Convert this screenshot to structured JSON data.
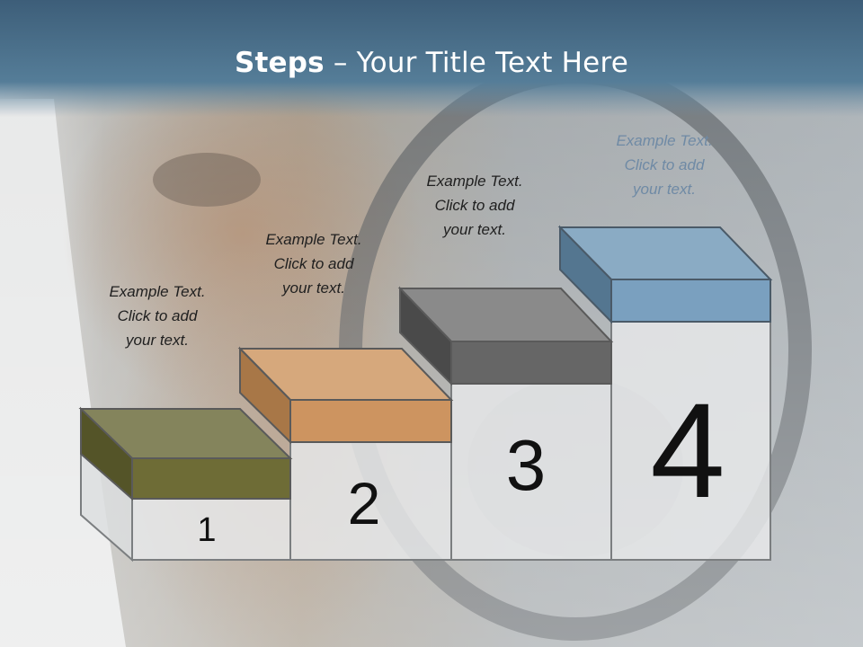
{
  "title": {
    "bold": "Steps",
    "rest": " – Your Title Text Here"
  },
  "steps": [
    {
      "number": "1",
      "color": "#6f6d37",
      "text": [
        "Example Text.",
        "Click  to add",
        "your text."
      ]
    },
    {
      "number": "2",
      "color": "#cb935d",
      "text": [
        "Example Text.",
        "Click  to add",
        "your text."
      ]
    },
    {
      "number": "3",
      "color": "#6a6a6a",
      "text": [
        "Example Text.",
        "Click  to add",
        "your text."
      ]
    },
    {
      "number": "4",
      "color": "#7fa1bd",
      "text": [
        "Example Text.",
        "Click  to add",
        "your text."
      ]
    }
  ]
}
